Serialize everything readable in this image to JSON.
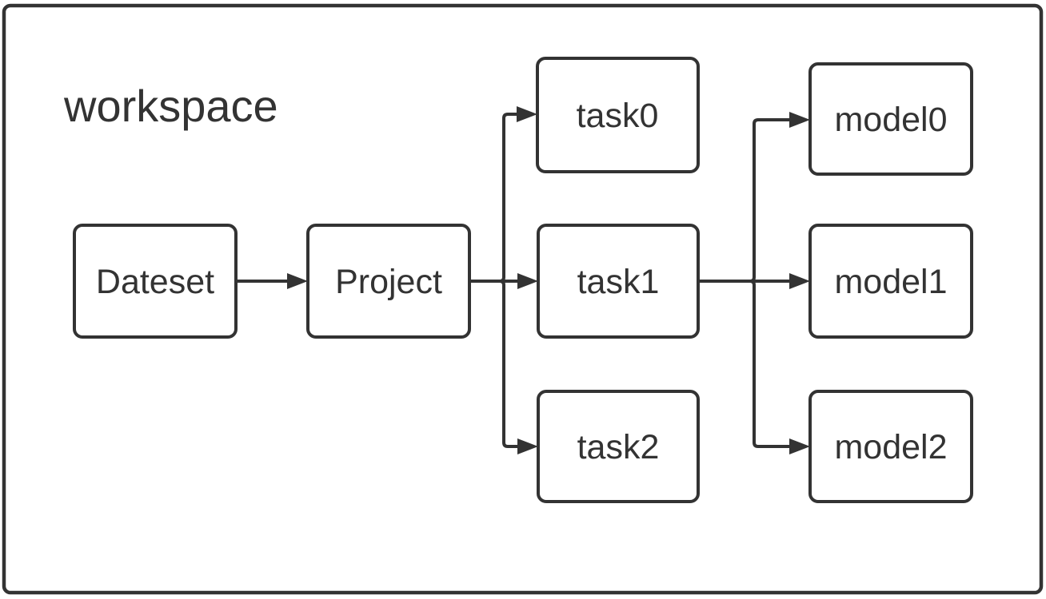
{
  "diagram": {
    "title": "workspace",
    "nodes": {
      "dateset": {
        "label": "Dateset"
      },
      "project": {
        "label": "Project"
      },
      "task0": {
        "label": "task0"
      },
      "task1": {
        "label": "task1"
      },
      "task2": {
        "label": "task2"
      },
      "model0": {
        "label": "model0"
      },
      "model1": {
        "label": "model1"
      },
      "model2": {
        "label": "model2"
      }
    },
    "edges": [
      {
        "from": "Dateset",
        "to": "Project"
      },
      {
        "from": "Project",
        "to": "task0"
      },
      {
        "from": "Project",
        "to": "task1"
      },
      {
        "from": "Project",
        "to": "task2"
      },
      {
        "from": "task1",
        "to": "model0"
      },
      {
        "from": "task1",
        "to": "model1"
      },
      {
        "from": "task1",
        "to": "model2"
      }
    ],
    "colors": {
      "stroke": "#333333",
      "text": "#333333",
      "node_fill": "#ffffff",
      "background": "#ffffff"
    }
  }
}
